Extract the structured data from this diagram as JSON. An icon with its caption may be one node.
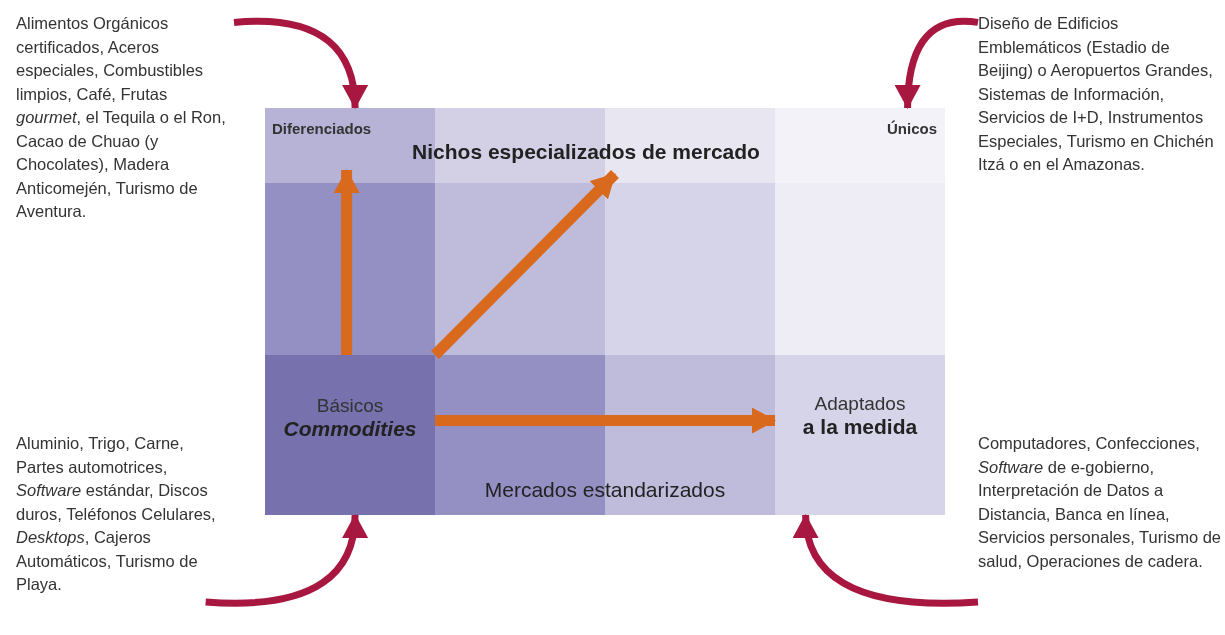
{
  "diagram": {
    "nodes": [
      {
        "text": [
          "Diferenciados"
        ]
      },
      {
        "text": [
          "Nichos especializados de mercado"
        ]
      },
      {
        "text": [
          "Únicos"
        ]
      },
      {
        "text": [
          "Básicos",
          "Commodities"
        ]
      },
      {
        "text": [
          "Adaptados",
          "a la medida"
        ]
      },
      {
        "text": [
          "Mercados estandarizados"
        ]
      },
      {
        "text": [
          "Alimentos Orgánicos certificados, Aceros especiales, Combustibles limpios, Café, Frutas *gourmet*, el Tequila o el Ron, Cacao de Chuao (y Chocolates), Madera Anticomején, Turismo de Aventura."
        ]
      },
      {
        "text": [
          "Diseño de Edificios Emblemáticos (Estadio de Beijing) o Aeropuertos Grandes, Sistemas de Información, Servicios de I+D, Instrumentos Especiales, Turismo en Chichén Itzá o en el Amazonas."
        ]
      },
      {
        "text": [
          "Aluminio, Trigo, Carne, Partes automotrices, *Software* estándar, Discos duros, Teléfonos Celulares, *Desktops*, Cajeros Automáticos, Turismo de Playa."
        ]
      },
      {
        "text": [
          "Computadores, Confecciones, *Software* de e-gobierno, Interpretación de Datos a Distancia, Banca en línea, Servicios personales, Turismo de salud, Operaciones de cadera."
        ]
      }
    ],
    "edges": [
      {
        "from": 3,
        "to": 0,
        "arrow": "to",
        "color": "#d9691c"
      },
      {
        "from": 3,
        "to": 1,
        "arrow": "to",
        "color": "#d9691c"
      },
      {
        "from": 3,
        "to": 4,
        "arrow": "to",
        "color": "#d9691c"
      },
      {
        "from": 6,
        "to": 0,
        "arrow": "to",
        "color": "#a8173f"
      },
      {
        "from": 7,
        "to": 2,
        "arrow": "to",
        "color": "#a8173f"
      },
      {
        "from": 8,
        "to": 3,
        "arrow": "to",
        "color": "#a8173f"
      },
      {
        "from": 9,
        "to": 4,
        "arrow": "to",
        "color": "#a8173f"
      }
    ]
  }
}
